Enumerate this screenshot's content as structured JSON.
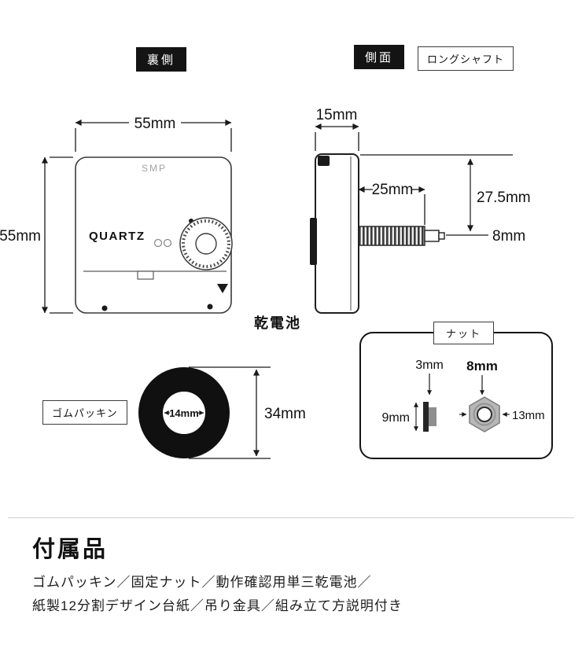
{
  "header": {
    "back_label": "裏側",
    "side_label": "側面",
    "long_shaft_label": "ロングシャフト"
  },
  "back_view": {
    "brand_mark": "SMP",
    "quartz_mark": "QUARTZ",
    "width": "55mm",
    "height": "55mm"
  },
  "side_view": {
    "thickness": "15mm",
    "shaft_length": "25mm",
    "shaft_center_height": "27.5mm",
    "shaft_tip_diameter": "8mm",
    "battery_label": "乾電池"
  },
  "packing": {
    "label": "ゴムパッキン",
    "inner_diameter": "14mm",
    "outer_diameter": "34mm"
  },
  "nut": {
    "label": "ナット",
    "thickness": "3mm",
    "flange_diameter": "9mm",
    "hole_diameter": "8mm",
    "width_across_flats": "13mm"
  },
  "accessories": {
    "title": "付属品",
    "line1": "ゴムパッキン／固定ナット／動作確認用単三乾電池／",
    "line2": "紙製12分割デザイン台紙／吊り金具／組み立て方説明付き"
  },
  "colors": {
    "ink": "#1a1a1a",
    "tag_background": "#141414"
  }
}
